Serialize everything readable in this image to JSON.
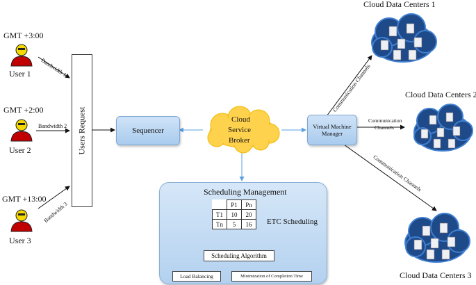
{
  "users": [
    {
      "timezone": "GMT +3:00",
      "label": "User 1",
      "bandwidth": "Bandwidth 1"
    },
    {
      "timezone": "GMT +2:00",
      "label": "User 2",
      "bandwidth": "Bandwidth 2"
    },
    {
      "timezone": "GMT +13:00",
      "label": "User 3",
      "bandwidth": "Bandwidth 3"
    }
  ],
  "users_request": "Users Request",
  "sequencer": "Sequencer",
  "broker": {
    "line1": "Cloud",
    "line2": "Service",
    "line3": "Broker"
  },
  "vm_manager": {
    "line1": "Virtual Machine",
    "line2": "Manager"
  },
  "channels": {
    "c1": "Communication Channels",
    "c2_line1": "Communication",
    "c2_line2": "Channels",
    "c3": "Communication Channels"
  },
  "datacenters": [
    "Cloud Data Centers 1",
    "Cloud Data Centers 2",
    "Cloud Data Centers 3"
  ],
  "scheduling": {
    "title": "Scheduling Management",
    "etc_label": "ETC Scheduling",
    "table": {
      "headers": [
        "P1",
        "Pn"
      ],
      "rows": [
        {
          "task": "T1",
          "values": [
            "10",
            "20"
          ]
        },
        {
          "task": "Tn",
          "values": [
            "5",
            "16"
          ]
        }
      ]
    },
    "algorithm": "Scheduling Algorithm",
    "load_balancing": "Load Balancing",
    "min_completion": "Minimization of Completion Time"
  },
  "colors": {
    "user_head": "#f5d800",
    "user_body": "#c00000",
    "box_blue": "#a9cbee",
    "cloud": "#ffd24d",
    "datacenter_cloud": "#1e4a8a"
  }
}
